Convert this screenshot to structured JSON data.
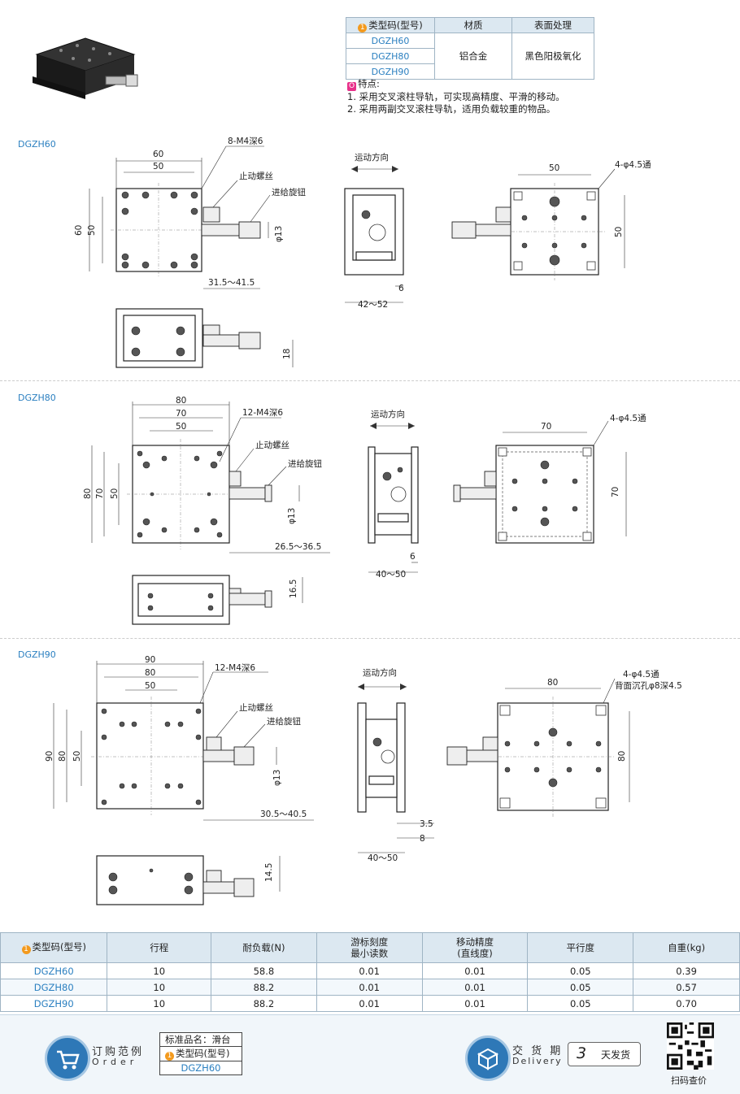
{
  "spec_table": {
    "headers": [
      "类型码(型号)",
      "材质",
      "表面处理"
    ],
    "codes": [
      "DGZH60",
      "DGZH80",
      "DGZH90"
    ],
    "material": "铝合金",
    "surface": "黑色阳极氧化"
  },
  "features": {
    "title": "特点:",
    "items": [
      "1.  采用交叉滚柱导轨，可实现高精度、平滑的移动。",
      "2.  采用两副交叉滚柱导轨，适用负载较重的物品。"
    ]
  },
  "sections": [
    {
      "label": "DGZH60",
      "dims": {
        "w_outer": "60",
        "w_inner": "50",
        "h_outer": "60",
        "h_inner": "50",
        "thread": "8-M4深6",
        "stop_screw": "止动螺丝",
        "feed_knob": "进给旋钮",
        "phi": "φ13",
        "stroke": "31.5～41.5",
        "motion": "运动方向",
        "six": "6",
        "side_range": "42～52",
        "back_w": "50",
        "back_holes": "4-φ4.5通",
        "back_h": "50",
        "height": "18"
      }
    },
    {
      "label": "DGZH80",
      "dims": {
        "w_outer": "80",
        "w_mid": "70",
        "w_inner": "50",
        "h_outer": "80",
        "h_mid": "70",
        "h_inner": "50",
        "thread": "12-M4深6",
        "stop_screw": "止动螺丝",
        "feed_knob": "进给旋钮",
        "phi": "φ13",
        "stroke": "26.5～36.5",
        "motion": "运动方向",
        "six": "6",
        "side_range": "40～50",
        "back_w": "70",
        "back_holes": "4-φ4.5通",
        "back_h": "70",
        "height": "16.5"
      }
    },
    {
      "label": "DGZH90",
      "dims": {
        "w_outer": "90",
        "w_mid": "80",
        "w_inner": "50",
        "h_outer": "90",
        "h_mid": "80",
        "h_inner": "50",
        "thread": "12-M4深6",
        "stop_screw": "止动螺丝",
        "feed_knob": "进给旋钮",
        "phi": "φ13",
        "stroke": "30.5～40.5",
        "motion": "运动方向",
        "three5": "3.5",
        "eight": "8",
        "side_range": "40～50",
        "back_w": "80",
        "back_holes": "4-φ4.5通",
        "back_holes2": "背面沉孔φ8深4.5",
        "back_h": "80",
        "height": "14.5"
      }
    }
  ],
  "bottom_table": {
    "headers": [
      "类型码(型号)",
      "行程",
      "耐负载(N)",
      "游标刻度\n最小读数",
      "移动精度\n(直线度)",
      "平行度",
      "自重(kg)"
    ],
    "h1": "类型码(型号)",
    "h2": "行程",
    "h3": "耐负载(N)",
    "h4a": "游标刻度",
    "h4b": "最小读数",
    "h5a": "移动精度",
    "h5b": "(直线度)",
    "h6": "平行度",
    "h7": "自重(kg)",
    "rows": [
      [
        "DGZH60",
        "10",
        "58.8",
        "0.01",
        "0.01",
        "0.05",
        "0.39"
      ],
      [
        "DGZH80",
        "10",
        "88.2",
        "0.01",
        "0.01",
        "0.05",
        "0.57"
      ],
      [
        "DGZH90",
        "10",
        "88.2",
        "0.01",
        "0.01",
        "0.05",
        "0.70"
      ]
    ]
  },
  "footer": {
    "order_cn": "订购范例",
    "order_en": "Order",
    "std_label": "标准品名：滑台",
    "code_label": "类型码(型号)",
    "code_value": "DGZH60",
    "delivery_cn": "交 货 期",
    "delivery_en": "Delivery",
    "days_num": "3",
    "days_text": "天发货",
    "qr_label": "扫码查价"
  },
  "colors": {
    "accent": "#2a7fc0",
    "header_bg": "#dce8f1",
    "bullet": "#f39a1e"
  }
}
